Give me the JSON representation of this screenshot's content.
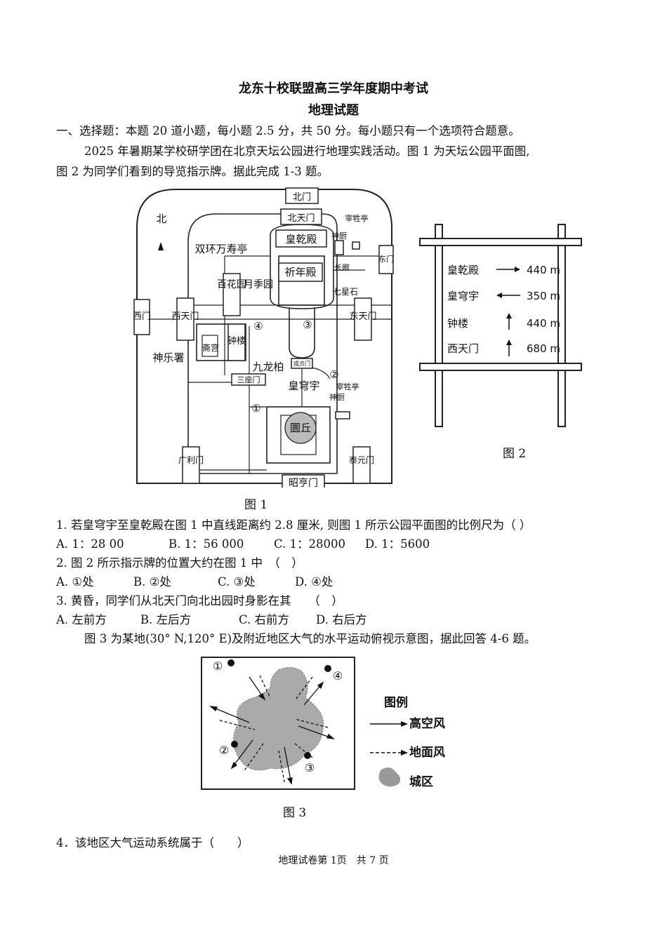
{
  "header": {
    "title": "龙东十校联盟高三学年度期中考试",
    "subtitle": "地理试题"
  },
  "section1": {
    "heading": "一、选择题：本题 20 道小题，每小题 2.5 分，共 50 分。每小题只有一个选项符合题意。",
    "intro_line1": "2025 年暑期某学校研学团在北京天坛公园进行地理实践活动。图 1 为天坛公园平面图,",
    "intro_line2": "图 2 为同学们看到的导览指示牌。据此完成 1-3 题。"
  },
  "fig1": {
    "caption": "图 1",
    "north": "北",
    "labels": {
      "beimen": "北门",
      "beitianmen": "北天门",
      "huangqiandian": "皇乾殿",
      "qiniandian": "祈年殿",
      "shuanghuan": "双环万寿亭",
      "shenchu1": "神厨",
      "zaishengting1": "宰牲亭",
      "dongmen": "东门",
      "changlang": "长廊",
      "qixingshi": "七星石",
      "baihuayuan": "百花园",
      "yuejiyuan": "月季园",
      "ximen": "西门",
      "xitianmen": "西天门",
      "donggtianmen": "东天门",
      "zhaigong": "斋宫",
      "zhonglou": "钟楼",
      "shenyueshu": "神乐署",
      "jiulongbai": "九龙柏",
      "chengzhenmen": "成贞门",
      "sanzuomen": "三座门",
      "huangqiongyu": "皇穹宇",
      "shenchu2": "神厨",
      "zaishengting2": "宰牲亭",
      "yuanqiu": "圜丘",
      "guanglimen": "广利门",
      "taiyuanmen": "泰元门",
      "zhaohengmen": "昭亨门",
      "m1": "①",
      "m2": "②",
      "m3": "③",
      "m4": "④"
    }
  },
  "fig2": {
    "caption": "图 2",
    "rows": [
      {
        "name": "皇乾殿",
        "arrow": "right",
        "dist": "440 m"
      },
      {
        "name": "皇穹宇",
        "arrow": "left",
        "dist": "350 m"
      },
      {
        "name": "钟楼",
        "arrow": "up",
        "dist": "440 m"
      },
      {
        "name": "西天门",
        "arrow": "up",
        "dist": "680 m"
      }
    ]
  },
  "questions": {
    "q1": "1. 若皇穹宇至皇乾殿在图 1 中直线距离约 2.8 厘米, 则图 1 所示公园平面图的比例尺为（  ）",
    "q1_opts": [
      "A. 1：28 00",
      "B. 1：56 000",
      "C. 1：28000",
      "D. 1：5600"
    ],
    "q2": "2. 图 2 所示指示牌的位置大约在图 1 中　（　）",
    "q2_opts": [
      "A. ①处",
      "B. ②处",
      "C. ③处",
      "D. ④处"
    ],
    "q3": "3. 黄昏，同学们从北天门向北出园时身影在其　　（　）",
    "q3_opts": [
      "A. 左前方",
      "B. 左后方",
      "C. 右前方",
      "D. 右后方"
    ],
    "intro2": "图 3 为某地(30° N,120° E)及附近地区大气的水平运动俯视示意图，据此回答 4-6 题。",
    "q4": "4．该地区大气运动系统属于（　　）"
  },
  "fig3": {
    "caption": "图 3",
    "legend_title": "图例",
    "legend_upper": "高空风",
    "legend_surface": "地面风",
    "legend_city": "城区",
    "m1": "①",
    "m2": "②",
    "m3": "③",
    "m4": "④"
  },
  "footer": {
    "text": "地理试卷第 1页　共 7 页"
  }
}
